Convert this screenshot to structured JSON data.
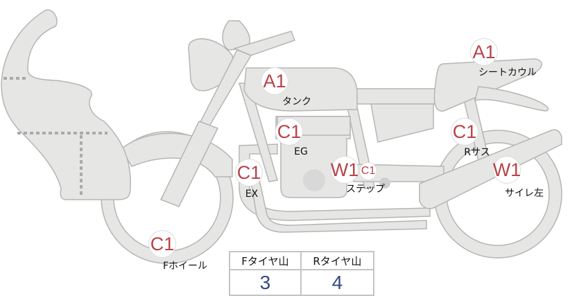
{
  "markers": [
    {
      "code": "A1",
      "label": "タンク"
    },
    {
      "code": "A1",
      "label": "シートカウル"
    },
    {
      "code": "C1",
      "label": "EG"
    },
    {
      "code": "C1",
      "label": "EX"
    },
    {
      "code": "W1",
      "label": "ステップ"
    },
    {
      "code": "C1"
    },
    {
      "code": "C1",
      "label": "Rサス"
    },
    {
      "code": "W1",
      "label": "サイレ左"
    },
    {
      "code": "C1",
      "label": "Fホイール"
    }
  ],
  "tire_table": {
    "headers": [
      "Fタイヤ山",
      "Rタイヤ山"
    ],
    "values": [
      "3",
      "4"
    ]
  },
  "colors": {
    "part_fill": "#e6e6e4",
    "marker_text": "#b8434a",
    "value_text": "#334a80"
  }
}
